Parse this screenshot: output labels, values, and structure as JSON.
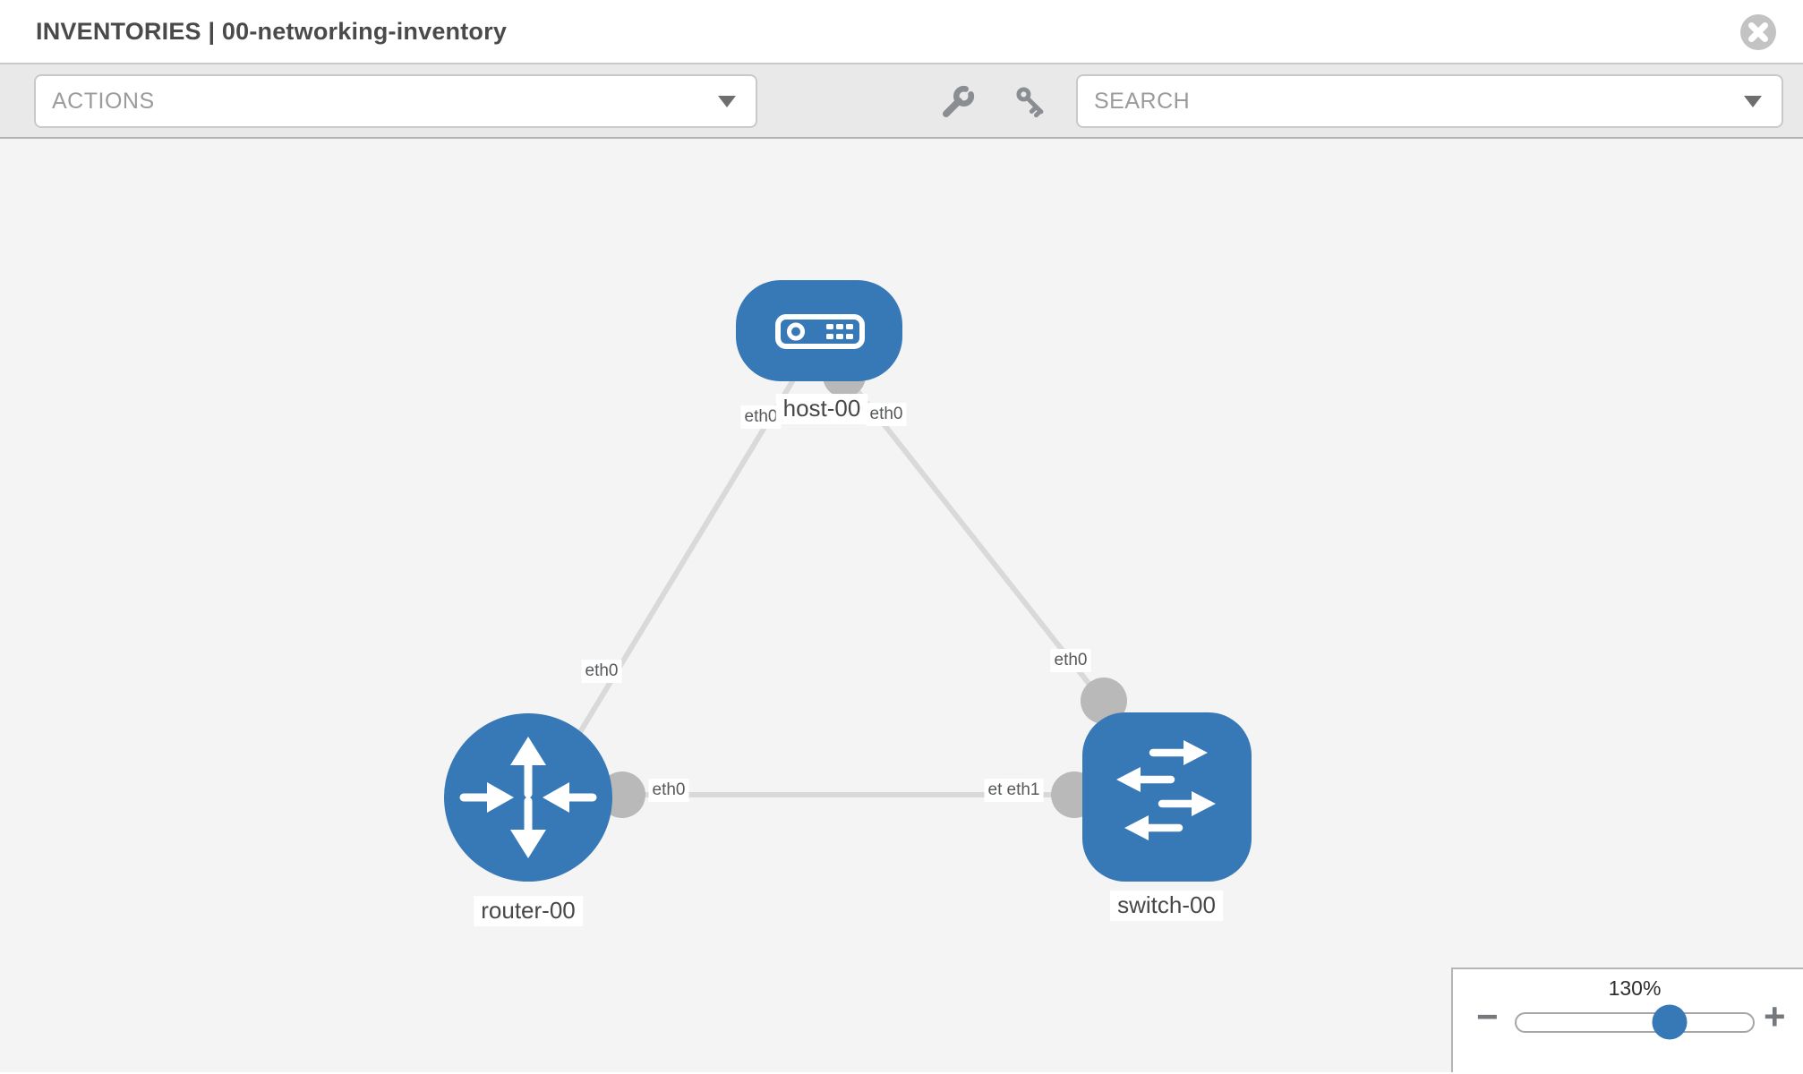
{
  "header": {
    "title": "INVENTORIES | 00-networking-inventory",
    "close_icon": "circle-x-icon"
  },
  "toolbar": {
    "actions_label": "ACTIONS",
    "search_label": "SEARCH",
    "icons": [
      "wrench-icon",
      "key-icon"
    ]
  },
  "topology": {
    "nodes": [
      {
        "id": "host-00",
        "label": "host-00",
        "type": "host",
        "shape": "rounded-rect"
      },
      {
        "id": "router-00",
        "label": "router-00",
        "type": "router",
        "shape": "circle"
      },
      {
        "id": "switch-00",
        "label": "switch-00",
        "type": "switch",
        "shape": "rounded-square"
      }
    ],
    "links": [
      {
        "source": "host-00",
        "target": "router-00",
        "source_interface": "eth0",
        "target_interface": "eth0"
      },
      {
        "source": "host-00",
        "target": "switch-00",
        "source_interface": "eth0",
        "target_interface": "eth0"
      },
      {
        "source": "router-00",
        "target": "switch-00",
        "source_interface": "eth0",
        "target_interface": "eth1"
      }
    ]
  },
  "labels": {
    "host": "host-00",
    "router": "router-00",
    "switch": "switch-00"
  },
  "ifaces": {
    "host_left": "eth0",
    "host_right": "eth0",
    "diag_router": "eth0",
    "diag_switch": "eth0",
    "h_router": "eth0",
    "h_switch_back": "eth0",
    "h_switch_front": "eth1"
  },
  "zoom_control": {
    "level": "130%",
    "minus": "−",
    "plus": "+",
    "percent_along_track": 65
  },
  "colors": {
    "node_blue": "#3778b7",
    "link_gray": "#d9d9d9",
    "connector_gray": "#b9b9b9",
    "toolbar_bg": "#e9e9e9",
    "canvas_bg": "#f4f4f5"
  }
}
